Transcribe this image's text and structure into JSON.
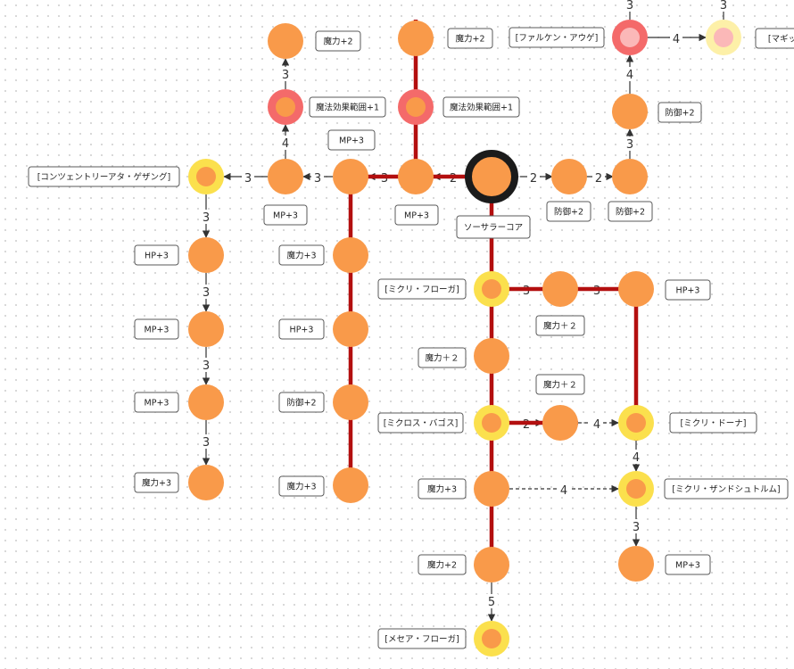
{
  "diagram": {
    "nodes": [
      {
        "id": "core",
        "kind": "core",
        "label": "ソーサラーコア"
      },
      {
        "id": "n_e1",
        "kind": "plain",
        "label": "防御+2"
      },
      {
        "id": "n_e2",
        "kind": "plain",
        "label": "防御+2"
      },
      {
        "id": "n_e3",
        "kind": "plain",
        "label": "防御+2"
      },
      {
        "id": "falken",
        "kind": "red",
        "label": "[ファルケン・アウゲ]"
      },
      {
        "id": "magi",
        "kind": "gold_pale",
        "label": "[マギッ"
      },
      {
        "id": "n_w1",
        "kind": "plain",
        "label": "MP+3"
      },
      {
        "id": "n_w1u",
        "kind": "red",
        "label": "魔法効果範囲+1"
      },
      {
        "id": "n_w1uu",
        "kind": "plain",
        "label": "魔力+2"
      },
      {
        "id": "n_w2",
        "kind": "plain",
        "label": "MP+3"
      },
      {
        "id": "n_w3",
        "kind": "plain",
        "label": "MP+3"
      },
      {
        "id": "n_w3u",
        "kind": "red",
        "label": "魔法効果範囲+1"
      },
      {
        "id": "n_w3uu",
        "kind": "plain",
        "label": "魔力+2"
      },
      {
        "id": "conc",
        "kind": "gold",
        "label": "[コンツェントリーアタ・ゲザング]"
      },
      {
        "id": "c1",
        "kind": "plain",
        "label": "HP+3"
      },
      {
        "id": "c2",
        "kind": "plain",
        "label": "MP+3"
      },
      {
        "id": "c3",
        "kind": "plain",
        "label": "MP+3"
      },
      {
        "id": "c4",
        "kind": "plain",
        "label": "魔力+3"
      },
      {
        "id": "m1",
        "kind": "plain",
        "label": "魔力+3"
      },
      {
        "id": "m2",
        "kind": "plain",
        "label": "HP+3"
      },
      {
        "id": "m3",
        "kind": "plain",
        "label": "防御+2"
      },
      {
        "id": "m4",
        "kind": "plain",
        "label": "魔力+3"
      },
      {
        "id": "mf",
        "kind": "gold",
        "label": "[ミクリ・フローガ]"
      },
      {
        "id": "mf1",
        "kind": "plain",
        "label": "魔力＋２"
      },
      {
        "id": "mf2",
        "kind": "plain",
        "label": "HP+3"
      },
      {
        "id": "s2",
        "kind": "plain",
        "label": "魔力＋２"
      },
      {
        "id": "mb",
        "kind": "gold",
        "label": "[ミクロス・バゴス]"
      },
      {
        "id": "mb1",
        "kind": "plain",
        "label": "魔力＋２"
      },
      {
        "id": "md",
        "kind": "gold",
        "label": "[ミクリ・ドーナ]"
      },
      {
        "id": "s4",
        "kind": "plain",
        "label": "魔力+3"
      },
      {
        "id": "ms",
        "kind": "gold",
        "label": "[ミクリ・ザンドシュトルム]"
      },
      {
        "id": "ms1",
        "kind": "plain",
        "label": "MP+3"
      },
      {
        "id": "s5",
        "kind": "plain",
        "label": "魔力+2"
      },
      {
        "id": "mef",
        "kind": "gold",
        "label": "[メセア・フローガ]"
      }
    ],
    "edges": [
      {
        "from": "core",
        "to": "n_e1",
        "label": "2"
      },
      {
        "from": "n_e1",
        "to": "n_e2",
        "label": "2"
      },
      {
        "from": "n_e2",
        "to": "n_e3",
        "label": "3"
      },
      {
        "from": "n_e3",
        "to": "falken",
        "label": "4"
      },
      {
        "from": "falken",
        "to": "magi",
        "label": "4"
      },
      {
        "from": "falken",
        "to": "up1",
        "label": "3"
      },
      {
        "from": "magi",
        "to": "up2",
        "label": "3"
      },
      {
        "from": "core",
        "to": "n_w1",
        "label": "2"
      },
      {
        "from": "n_w1",
        "to": "n_w2",
        "label": "3"
      },
      {
        "from": "n_w2",
        "to": "n_w3",
        "label": "3"
      },
      {
        "from": "n_w3",
        "to": "conc",
        "label": "3"
      },
      {
        "from": "n_w3",
        "to": "n_w3u",
        "label": "4"
      },
      {
        "from": "n_w3u",
        "to": "n_w3uu",
        "label": "3"
      },
      {
        "from": "conc",
        "to": "c1",
        "label": "3"
      },
      {
        "from": "c1",
        "to": "c2",
        "label": "3"
      },
      {
        "from": "c2",
        "to": "c3",
        "label": "3"
      },
      {
        "from": "c3",
        "to": "c4",
        "label": "3"
      },
      {
        "from": "mf1",
        "to": "mf2",
        "label": "3"
      },
      {
        "from": "mf",
        "to": "mf1",
        "label": "3"
      },
      {
        "from": "mb",
        "to": "mb1",
        "label": "2"
      },
      {
        "from": "mb1",
        "to": "md",
        "label": "4"
      },
      {
        "from": "md",
        "to": "ms",
        "label": "4"
      },
      {
        "from": "s4",
        "to": "ms",
        "label": "4"
      },
      {
        "from": "ms",
        "to": "ms1",
        "label": "3"
      },
      {
        "from": "s5",
        "to": "mef",
        "label": "5"
      }
    ]
  },
  "colors": {
    "node_orange": "#f99a4a",
    "node_red": "#f46a6a",
    "node_gold_ring": "#fbe04d",
    "node_pale_ring": "#fdf0a8",
    "node_pink_inner": "#fbb8b8",
    "core_ring": "#1b1b1b",
    "path_red": "#b30f0f",
    "box_border": "#5a5a5a",
    "edge_dark": "#333333"
  }
}
